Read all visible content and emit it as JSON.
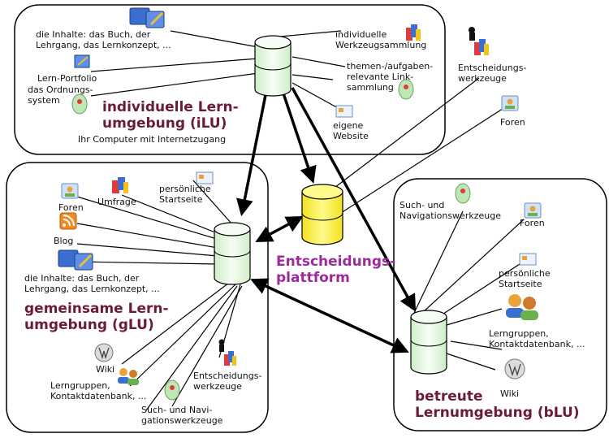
{
  "regions": {
    "ilu": {
      "title": "individuelle Lern-\numgebung (iLU)",
      "subtitle": "Ihr Computer mit Internetzugang",
      "items": {
        "inhalte": "die Inhalte: das Buch, der\nLehrgang, das Lernkonzept, ...",
        "portfolio": "Lern-Portfolio",
        "ordnung": "das Ordnungs-\nsystem",
        "werkzeug": "individuelle\nWerkzeugsammlung",
        "links": "themen-/aufgaben-\nrelevante Link-\nsammlung",
        "website": "eigene\nWebsite"
      }
    },
    "glu": {
      "title": "gemeinsame Lern-\numgebung (gLU)",
      "items": {
        "foren": "Foren",
        "umfrage": "Umfrage",
        "startseite": "persönliche\nStartseite",
        "blog": "Blog",
        "inhalte": "die Inhalte: das Buch, der\nLehrgang, das Lernkonzept, ...",
        "wiki": "Wiki",
        "lerngruppen": "Lerngruppen,\nKontaktdatenbank, ...",
        "entscheidung": "Entscheidungs-\nwerkzeuge",
        "suche": "Such- und Navi-\ngationswerkzeuge"
      }
    },
    "blu": {
      "title": "betreute\nLernumgebung (bLU)",
      "items": {
        "suche": "Such- und\nNavigationswerkzeuge",
        "foren": "Foren",
        "startseite": "persönliche\nStartseite",
        "lerngruppen": "Lerngruppen,\nKontaktdatenbank, ...",
        "wiki": "Wiki"
      }
    },
    "platform": {
      "title": "Entscheidungs-\nplattform"
    },
    "outside": {
      "entscheidung": "Entscheidungs-\nwerkzeuge",
      "foren": "Foren"
    }
  },
  "colors": {
    "title": "#6b1a3a",
    "platform_title": "#9b2a9b",
    "cylinder_green": "#e6f7e2",
    "cylinder_yellow": "#fff23a"
  }
}
